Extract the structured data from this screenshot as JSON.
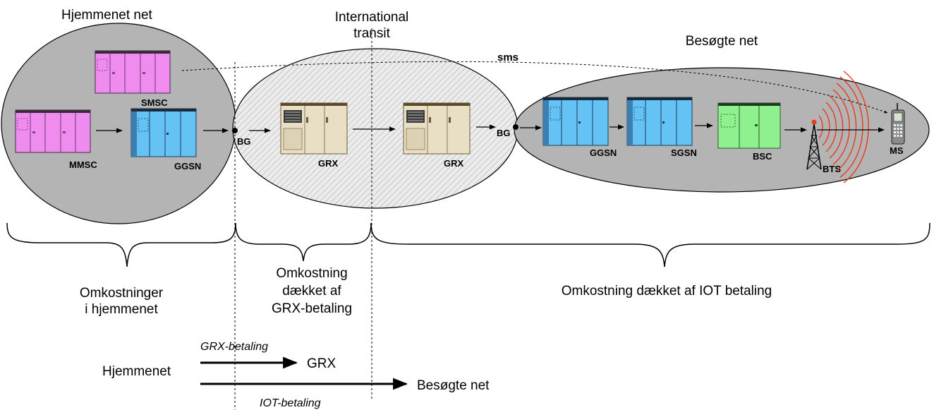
{
  "regions": {
    "home_title": "Hjemmenet net",
    "transit_title_line1": "International",
    "transit_title_line2": "transit",
    "visited_title": "Besøgte net"
  },
  "nodes": {
    "smsc": "SMSC",
    "mmsc": "MMSC",
    "ggsn_home": "GGSN",
    "bg_home": "BG",
    "grx1": "GRX",
    "grx2": "GRX",
    "bg_visited": "BG",
    "ggsn_visited": "GGSN",
    "sgsn": "SGSN",
    "bsc": "BSC",
    "bts": "BTS",
    "ms": "MS"
  },
  "links": {
    "sms": "sms"
  },
  "costs": {
    "home_line1": "Omkostninger",
    "home_line2": "i hjemmenet",
    "grx_line1": "Omkostning",
    "grx_line2": "dækket af",
    "grx_line3": "GRX-betaling",
    "iot": "Omkostning dækket af IOT betaling"
  },
  "payments": {
    "source": "Hjemmenet",
    "grx_label": "GRX-betaling",
    "grx_target": "GRX",
    "iot_label": "IOT-betaling",
    "iot_target": "Besøgte net"
  },
  "colors": {
    "home_ellipse": "#b4b4b4",
    "transit_ellipse": "#e2e2e2",
    "visited_ellipse": "#b4b4b4",
    "mmsc_smsc": "#f08cf0",
    "ggsn_sgsn": "#64c3f4",
    "bsc": "#8ef08e",
    "grx": "#e9dfc4",
    "radio_waves": "#e83a1c"
  }
}
